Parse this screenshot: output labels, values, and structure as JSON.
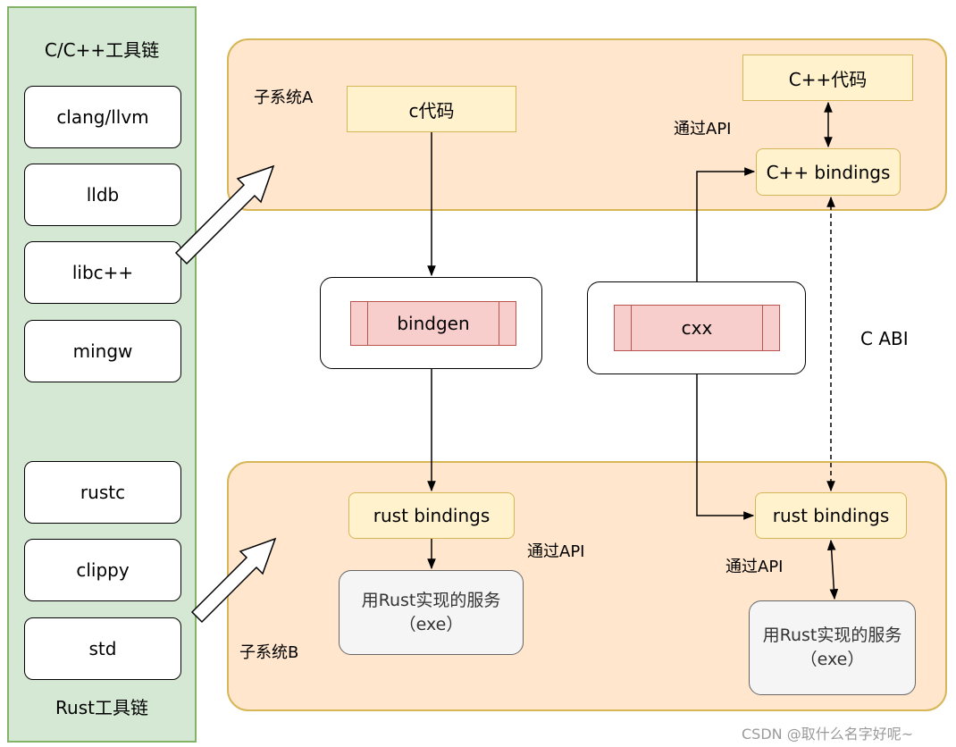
{
  "left_panel": {
    "top_title": "C/C++工具链",
    "bottom_title": "Rust工具链",
    "cpp_tools": [
      "clang/llvm",
      "lldb",
      "libc++",
      "mingw"
    ],
    "rust_tools": [
      "rustc",
      "clippy",
      "std"
    ]
  },
  "subsystem_a": {
    "label": "子系统A",
    "c_code": "c代码",
    "cpp_code": "C++代码",
    "cpp_bindings": "C++ bindings",
    "via_api": "通过API"
  },
  "subsystem_b": {
    "label": "子系统B",
    "rust_bindings_left": "rust bindings",
    "rust_bindings_right": "rust bindings",
    "via_api_left": "通过API",
    "via_api_right": "通过API",
    "service_left": {
      "line1": "用Rust实现的服务",
      "line2": "（exe）"
    },
    "service_right": {
      "line1": "用Rust实现的服务",
      "line2": "（exe）"
    }
  },
  "tools": {
    "bindgen": "bindgen",
    "cxx": "cxx"
  },
  "c_abi": "C ABI",
  "watermark": "CSDN @取什么名字好呢~",
  "colors": {
    "panel_green": "#d5e8d4",
    "subsystem_orange": "#ffe6cc",
    "code_yellow": "#fff2cc",
    "tool_red": "#f8cecc",
    "service_gray": "#f5f5f5"
  }
}
